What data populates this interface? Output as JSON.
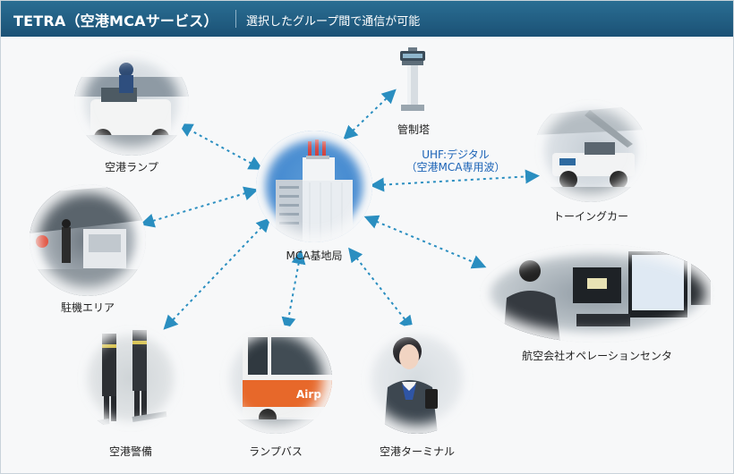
{
  "header": {
    "title": "TETRA（空港MCAサービス）",
    "subtitle": "選択したグループ間で通信が可能"
  },
  "center": {
    "label": "MCA基地局"
  },
  "tower": {
    "label": "管制塔"
  },
  "link_note": {
    "line1": "UHF:デジタル",
    "line2": "（空港MCA専用波）"
  },
  "nodes": {
    "ramp": {
      "label": "空港ランプ"
    },
    "apron": {
      "label": "駐機エリア"
    },
    "security": {
      "label": "空港警備"
    },
    "bus": {
      "label": "ランプバス"
    },
    "terminal": {
      "label": "空港ターミナル"
    },
    "ops": {
      "label": "航空会社オペレーションセンタ"
    },
    "towing": {
      "label": "トーイングカー"
    }
  },
  "colors": {
    "header": "#1f5a80",
    "link": "#2a8ec0",
    "uhf_text": "#1a62b6"
  }
}
